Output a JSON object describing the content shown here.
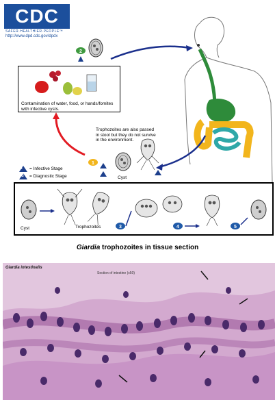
{
  "logo": {
    "text": "CDC",
    "tagline": "SAFER·HEALTHIER·PEOPLE™",
    "url": "http://www.dpd.cdc.gov/dpdx"
  },
  "food_box": {
    "caption": "Contamination of water, food, or hands/fomites with infective cysts."
  },
  "notes": {
    "trophozoites": "Trophozoites are also passed in stool but they do not survive in the environment."
  },
  "stage_labels": {
    "cyst": "Cyst",
    "trophozoites": "Trophozoites",
    "cycle_cyst": "Cyst"
  },
  "legend": [
    {
      "glyph": "i",
      "text": "= Infective Stage"
    },
    {
      "glyph": "d",
      "text": "= Diagnostic Stage"
    }
  ],
  "steps": [
    "1",
    "2",
    "3",
    "4",
    "5"
  ],
  "photo": {
    "title_genus": "Giardia",
    "title_rest": " trophozoites  in tissue  section",
    "micro_label": "Giardia intestinalis",
    "micro_sub": "Section of intestine (x50)"
  },
  "colors": {
    "cdc_blue": "#1c4f9c",
    "arrow_blue": "#1a2f8c",
    "arrow_red": "#e21b23",
    "gut_green": "#2e8b3a",
    "colon_yellow": "#f2b51c",
    "small_intestine": "#2fa8a8",
    "tissue_pink": "#d3a9cf",
    "nuclei": "#4a2a6a"
  }
}
